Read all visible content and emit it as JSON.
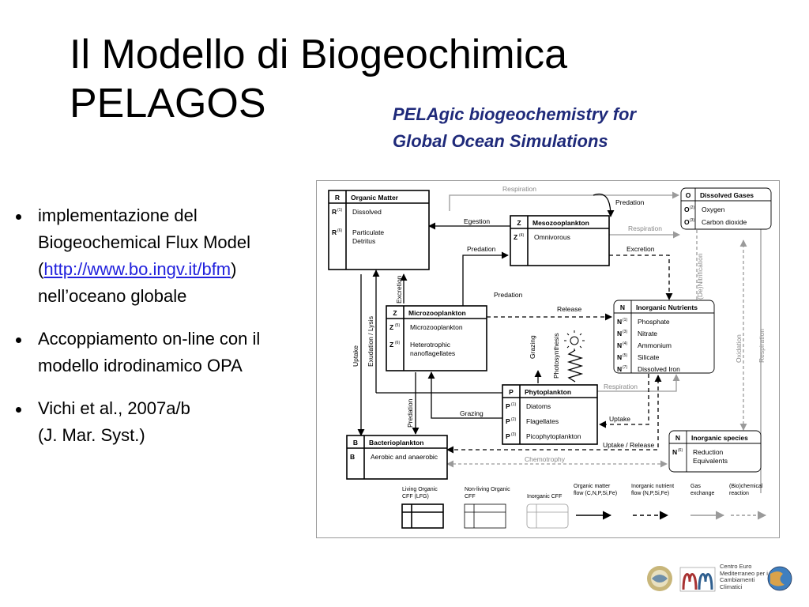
{
  "slide": {
    "title_line1": "Il Modello di Biogeochimica",
    "title_line2": "PELAGOS",
    "subtitle_line1": "PELAgic biogeochemistry for",
    "subtitle_line2": "Global Ocean Simulations"
  },
  "bullets": [
    {
      "prefix": "implementazione del Biogeochemical Flux Model (",
      "link": "http://www.bo.ingv.it/bfm",
      "suffix": ") nell’oceano globale"
    },
    {
      "text": "Accoppiamento on-line con il modello idrodinamico OPA"
    },
    {
      "line1": "Vichi et al., 2007a/b",
      "line2": "(J. Mar. Syst.)"
    }
  ],
  "diagram": {
    "boxes": {
      "organic": {
        "sym": "R",
        "title": "Organic Matter",
        "rows": [
          {
            "sym": "R",
            "sup": "(1)",
            "text": [
              "Dissolved"
            ]
          },
          {
            "sym": "R",
            "sup": "(6)",
            "text": [
              "Particulate",
              "Detritus"
            ]
          }
        ]
      },
      "meso": {
        "sym": "Z",
        "title": "Mesozooplankton",
        "rows": [
          {
            "sym": "Z",
            "sup": "(4)",
            "text": [
              "Omnivorous"
            ]
          }
        ]
      },
      "gases": {
        "sym": "O",
        "title": "Dissolved Gases",
        "rows": [
          {
            "sym": "O",
            "sup": "(2)",
            "text": [
              "Oxygen"
            ]
          },
          {
            "sym": "O",
            "sup": "(3)",
            "text": [
              "Carbon dioxide"
            ]
          }
        ]
      },
      "micro": {
        "sym": "Z",
        "title": "Microzooplankton",
        "rows": [
          {
            "sym": "Z",
            "sup": "(5)",
            "text": [
              "Microzooplankton"
            ]
          },
          {
            "sym": "Z",
            "sup": "(6)",
            "text": [
              "Heterotrophic",
              "nanoflagellates"
            ]
          }
        ]
      },
      "nutrients": {
        "sym": "N",
        "title": "Inorganic Nutrients",
        "rows": [
          {
            "sym": "N",
            "sup": "(1)",
            "text": [
              "Phosphate"
            ]
          },
          {
            "sym": "N",
            "sup": "(3)",
            "text": [
              "Nitrate"
            ]
          },
          {
            "sym": "N",
            "sup": "(4)",
            "text": [
              "Ammonium"
            ]
          },
          {
            "sym": "N",
            "sup": "(5)",
            "text": [
              "Silicate"
            ]
          },
          {
            "sym": "N",
            "sup": "(7)",
            "text": [
              "Dissolved Iron"
            ]
          }
        ]
      },
      "phyto": {
        "sym": "P",
        "title": "Phytoplankton",
        "rows": [
          {
            "sym": "P",
            "sup": "(1)",
            "text": [
              "Diatoms"
            ]
          },
          {
            "sym": "P",
            "sup": "(2)",
            "text": [
              "Flagellates"
            ]
          },
          {
            "sym": "P",
            "sup": "(3)",
            "text": [
              "Picophytoplankton"
            ]
          }
        ]
      },
      "bacteria": {
        "sym": "B",
        "title": "Bacterioplankton",
        "rows": [
          {
            "sym": "B",
            "sup": "",
            "text": [
              "Aerobic and anaerobic"
            ]
          }
        ]
      },
      "inorganic_species": {
        "sym": "N",
        "title": "Inorganic species",
        "rows": [
          {
            "sym": "N",
            "sup": "(6)",
            "text": [
              "Reduction",
              "Equivalents"
            ]
          }
        ]
      }
    },
    "flows": {
      "respiration_top": "Respiration",
      "predation_top": "Predation",
      "egestion": "Egestion",
      "respiration_meso": "Respiration",
      "predation_mid": "Predation",
      "excretion_meso": "Excretion",
      "denitrification": "(De)Nitrification",
      "excretion_micro": "Excretion",
      "predation_micro": "Predation",
      "release": "Release",
      "uptake_left": "Uptake",
      "exudation": "Exudation / Lysis",
      "grazing_vertical": "Grazing",
      "photosynthesis": "Photosynthesis",
      "oxidation": "Oxidation",
      "respiration_right": "Respiration",
      "respiration_phyto": "Respiration",
      "grazing_horizontal": "Grazing",
      "predation_bact": "Predation",
      "uptake_phyto": "Uptake",
      "uptake_release": "Uptake / Release",
      "chemotrophy": "Chemotrophy"
    },
    "legend": {
      "living": [
        "Living Organic",
        "CFF (LFG)"
      ],
      "nonliving": [
        "Non-living Organic",
        "CFF"
      ],
      "inorganic": [
        "Inorganic CFF"
      ],
      "organic_flow": [
        "Organic matter",
        "flow (C,N,P,Si,Fe)"
      ],
      "nutrient_flow": [
        "Inorganic nutrient",
        "flow (N,P,Si,Fe)"
      ],
      "gas": [
        "Gas",
        "exchange"
      ],
      "reaction": [
        "(Bio)chemical",
        "reaction"
      ]
    }
  },
  "logos": {
    "cmcc_lines": [
      "Centro Euro",
      "Mediterraneo per i",
      "Cambiamenti",
      "Climatici"
    ]
  }
}
